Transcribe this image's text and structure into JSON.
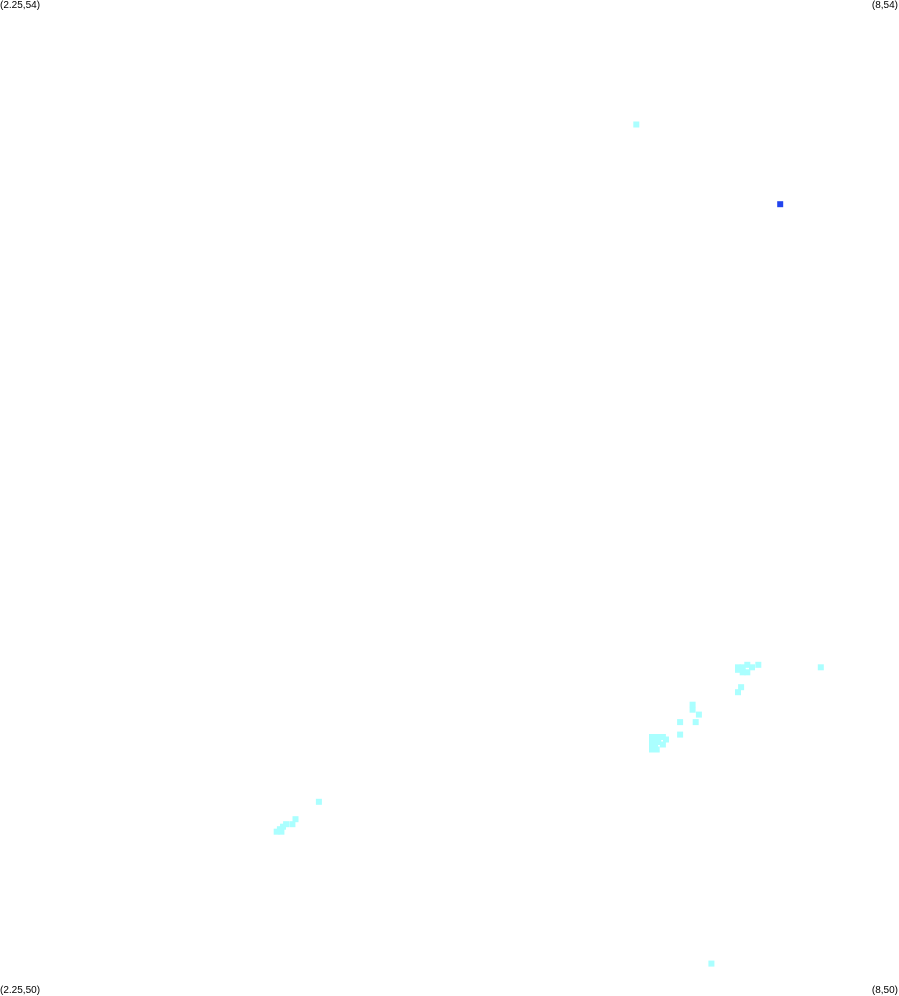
{
  "extent": {
    "lon_min": 2.25,
    "lon_max": 8,
    "lat_min": 50,
    "lat_max": 54
  },
  "corner_labels": {
    "top_left": "(2.25,54)",
    "top_right": "(8,54)",
    "bottom_left": "(2.25,50)",
    "bottom_right": "(8,50)"
  },
  "colors": {
    "background": "#ffffff",
    "cyan": "#aaffff",
    "blue": "#2244ee"
  },
  "points": [
    {
      "lon": 6.32,
      "lat": 53.5,
      "color": "cyan"
    },
    {
      "lon": 7.24,
      "lat": 53.18,
      "color": "blue"
    },
    {
      "lon": 6.97,
      "lat": 51.32,
      "color": "cyan"
    },
    {
      "lon": 7.0,
      "lat": 51.32,
      "color": "cyan"
    },
    {
      "lon": 7.03,
      "lat": 51.33,
      "color": "cyan"
    },
    {
      "lon": 7.06,
      "lat": 51.32,
      "color": "cyan"
    },
    {
      "lon": 7.1,
      "lat": 51.33,
      "color": "cyan"
    },
    {
      "lon": 7.0,
      "lat": 51.3,
      "color": "cyan"
    },
    {
      "lon": 7.03,
      "lat": 51.3,
      "color": "cyan"
    },
    {
      "lon": 7.5,
      "lat": 51.32,
      "color": "cyan"
    },
    {
      "lon": 6.97,
      "lat": 51.31,
      "color": "cyan"
    },
    {
      "lon": 6.97,
      "lat": 51.22,
      "color": "cyan"
    },
    {
      "lon": 6.99,
      "lat": 51.24,
      "color": "cyan"
    },
    {
      "lon": 6.68,
      "lat": 51.15,
      "color": "cyan"
    },
    {
      "lon": 6.68,
      "lat": 51.17,
      "color": "cyan"
    },
    {
      "lon": 6.6,
      "lat": 51.1,
      "color": "cyan"
    },
    {
      "lon": 6.7,
      "lat": 51.1,
      "color": "cyan"
    },
    {
      "lon": 6.72,
      "lat": 51.13,
      "color": "cyan"
    },
    {
      "lon": 6.42,
      "lat": 51.04,
      "color": "cyan"
    },
    {
      "lon": 6.44,
      "lat": 51.04,
      "color": "cyan"
    },
    {
      "lon": 6.46,
      "lat": 51.04,
      "color": "cyan"
    },
    {
      "lon": 6.42,
      "lat": 51.02,
      "color": "cyan"
    },
    {
      "lon": 6.44,
      "lat": 51.02,
      "color": "cyan"
    },
    {
      "lon": 6.46,
      "lat": 51.02,
      "color": "cyan"
    },
    {
      "lon": 6.42,
      "lat": 51.0,
      "color": "cyan"
    },
    {
      "lon": 6.44,
      "lat": 51.0,
      "color": "cyan"
    },
    {
      "lon": 6.42,
      "lat": 50.99,
      "color": "cyan"
    },
    {
      "lon": 6.45,
      "lat": 50.99,
      "color": "cyan"
    },
    {
      "lon": 6.49,
      "lat": 51.04,
      "color": "cyan"
    },
    {
      "lon": 6.51,
      "lat": 51.03,
      "color": "cyan"
    },
    {
      "lon": 6.49,
      "lat": 51.01,
      "color": "cyan"
    },
    {
      "lon": 6.6,
      "lat": 51.05,
      "color": "cyan"
    },
    {
      "lon": 4.29,
      "lat": 50.78,
      "color": "cyan"
    },
    {
      "lon": 4.14,
      "lat": 50.71,
      "color": "cyan"
    },
    {
      "lon": 4.08,
      "lat": 50.69,
      "color": "cyan"
    },
    {
      "lon": 4.06,
      "lat": 50.68,
      "color": "cyan"
    },
    {
      "lon": 4.04,
      "lat": 50.67,
      "color": "cyan"
    },
    {
      "lon": 4.02,
      "lat": 50.66,
      "color": "cyan"
    },
    {
      "lon": 4.05,
      "lat": 50.66,
      "color": "cyan"
    },
    {
      "lon": 4.12,
      "lat": 50.69,
      "color": "cyan"
    },
    {
      "lon": 6.8,
      "lat": 50.13,
      "color": "cyan"
    }
  ]
}
